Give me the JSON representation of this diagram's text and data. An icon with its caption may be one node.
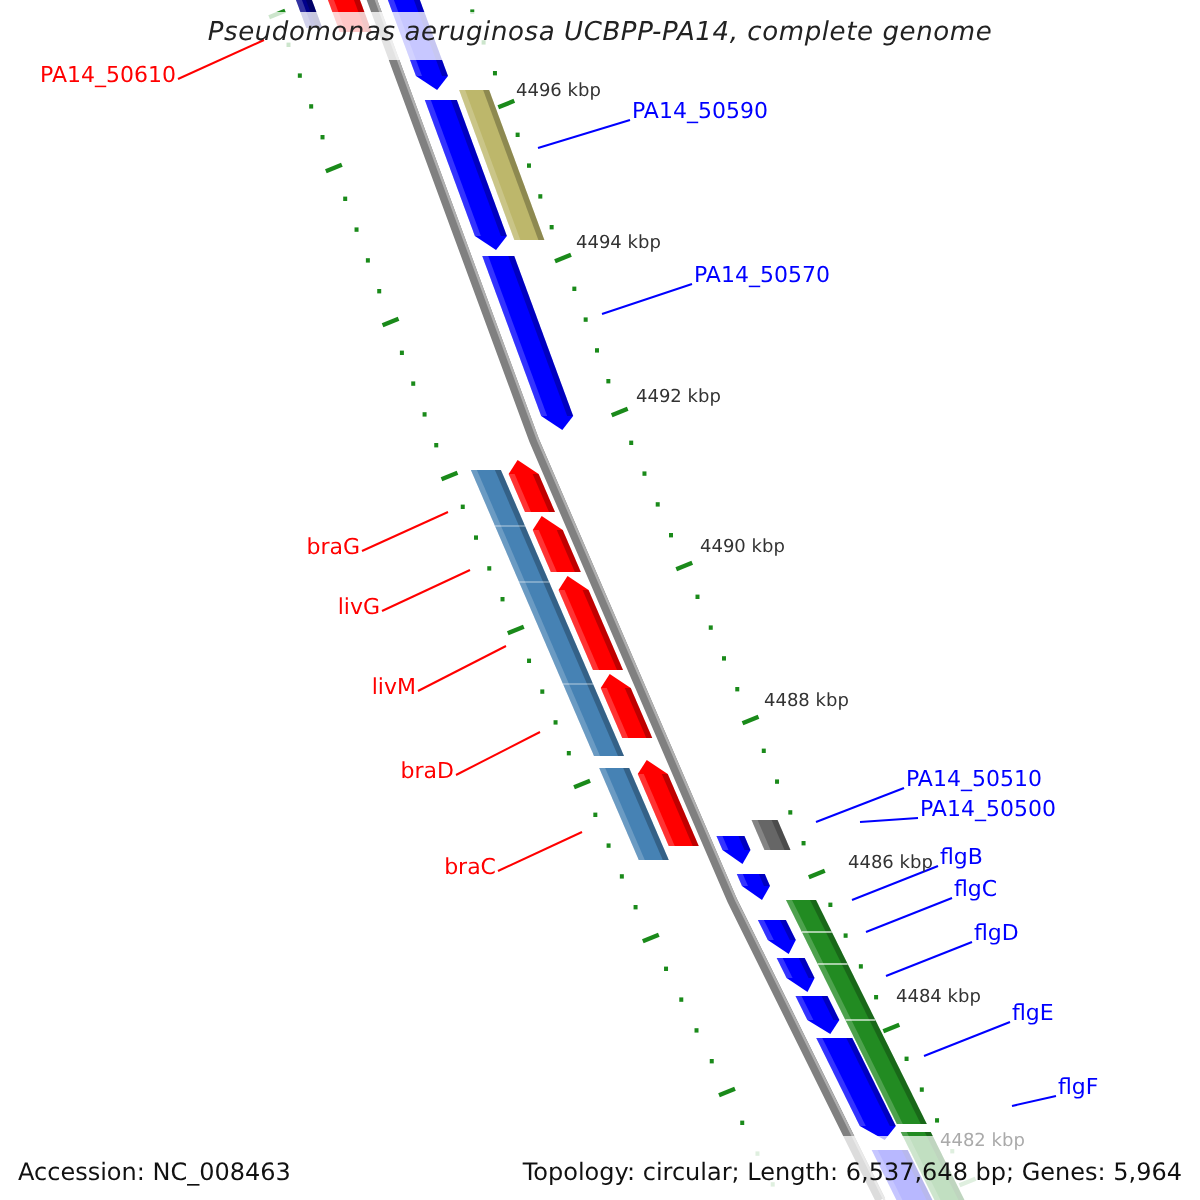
{
  "diagram": {
    "title": "Pseudomonas aeruginosa UCBPP-PA14, complete genome",
    "nodes": [
      {
        "text": [
          "PA14_50610"
        ]
      },
      {
        "text": [
          "PA14_50590"
        ]
      },
      {
        "text": [
          "PA14_50570"
        ]
      },
      {
        "text": [
          "braG"
        ]
      },
      {
        "text": [
          "livG"
        ]
      },
      {
        "text": [
          "livM"
        ]
      },
      {
        "text": [
          "braD"
        ]
      },
      {
        "text": [
          "braC"
        ]
      },
      {
        "text": [
          "PA14_50510"
        ]
      },
      {
        "text": [
          "PA14_50500"
        ]
      },
      {
        "text": [
          "flgB"
        ]
      },
      {
        "text": [
          "flgC"
        ]
      },
      {
        "text": [
          "flgD"
        ]
      },
      {
        "text": [
          "flgE"
        ]
      },
      {
        "text": [
          "flgF"
        ]
      }
    ],
    "edges": [
      {
        "from": 0,
        "to": null,
        "arrow": "none",
        "color": "#ff0000"
      },
      {
        "from": 1,
        "to": null,
        "arrow": "none"
      },
      {
        "from": 2,
        "to": null,
        "arrow": "none"
      },
      {
        "from": 3,
        "to": null,
        "arrow": "none",
        "color": "#ff0000"
      },
      {
        "from": 4,
        "to": null,
        "arrow": "none",
        "color": "#ff0000"
      },
      {
        "from": 5,
        "to": null,
        "arrow": "none",
        "color": "#ff0000"
      },
      {
        "from": 6,
        "to": null,
        "arrow": "none",
        "color": "#ff0000"
      },
      {
        "from": 7,
        "to": null,
        "arrow": "none",
        "color": "#ff0000"
      },
      {
        "from": 8,
        "to": null,
        "arrow": "none"
      },
      {
        "from": 9,
        "to": null,
        "arrow": "none"
      },
      {
        "from": 10,
        "to": null,
        "arrow": "none"
      },
      {
        "from": 11,
        "to": null,
        "arrow": "none"
      },
      {
        "from": 12,
        "to": null,
        "arrow": "none"
      },
      {
        "from": 13,
        "to": null,
        "arrow": "none"
      },
      {
        "from": 14,
        "to": null,
        "arrow": "none"
      }
    ],
    "labels": [
      "4496 kbp",
      "4494 kbp",
      "4492 kbp",
      "4490 kbp",
      "4488 kbp",
      "4486 kbp",
      "4484 kbp",
      "4482 kbp",
      "Accession: NC_008463",
      "Topology: circular; Length: 6,537,648 bp; Genes: 5,964"
    ]
  }
}
